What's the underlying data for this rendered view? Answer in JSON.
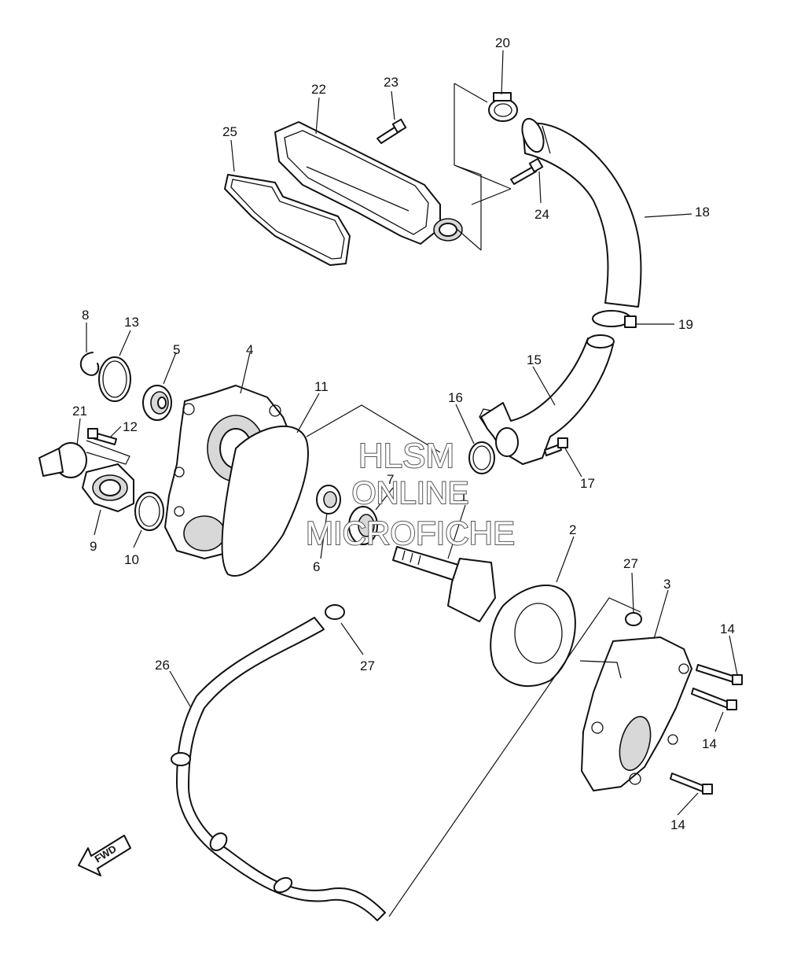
{
  "callouts": {
    "c1": "1",
    "c2": "2",
    "c3": "3",
    "c4": "4",
    "c5": "5",
    "c6": "6",
    "c7": "7",
    "c8": "8",
    "c9": "9",
    "c10": "10",
    "c11": "11",
    "c12": "12",
    "c13": "13",
    "c14a": "14",
    "c14b": "14",
    "c14c": "14",
    "c15": "15",
    "c16": "16",
    "c17": "17",
    "c18": "18",
    "c19": "19",
    "c20": "20",
    "c21": "21",
    "c22": "22",
    "c23": "23",
    "c24": "24",
    "c25": "25",
    "c26": "26",
    "c27a": "27",
    "c27b": "27"
  },
  "watermark": {
    "line1": "HLSM",
    "line2": "ONLINE",
    "line3": "MICROFICHE"
  },
  "direction_badge": "FWD"
}
